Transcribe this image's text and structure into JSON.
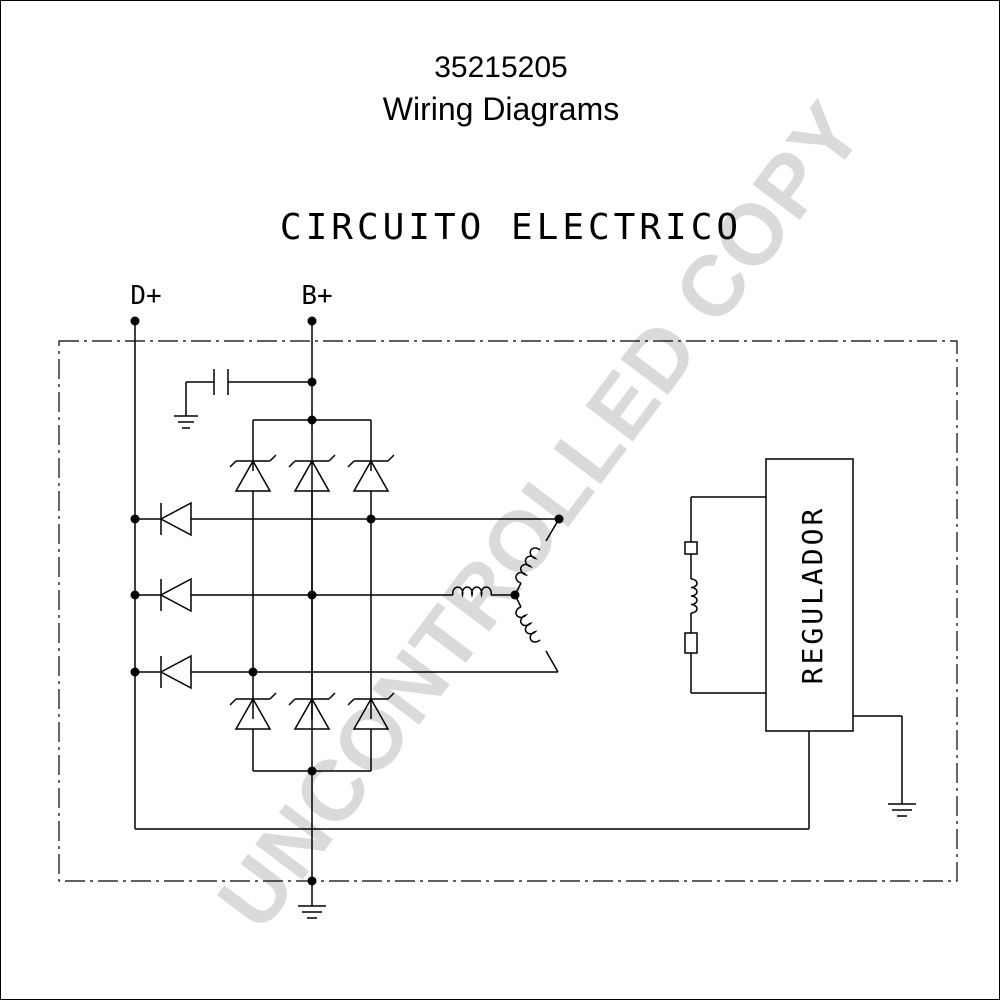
{
  "header": {
    "part_number": "35215205",
    "title": "Wiring Diagrams"
  },
  "diagram": {
    "heading": "CIRCUITO ELECTRICO",
    "terminals": {
      "d_plus": "D+",
      "b_plus": "B+"
    },
    "regulator_label": "REGULADOR"
  },
  "watermark": {
    "text": "UNCONTROLLED COPY"
  },
  "colors": {
    "ink": "#000000",
    "background": "#ffffff"
  }
}
